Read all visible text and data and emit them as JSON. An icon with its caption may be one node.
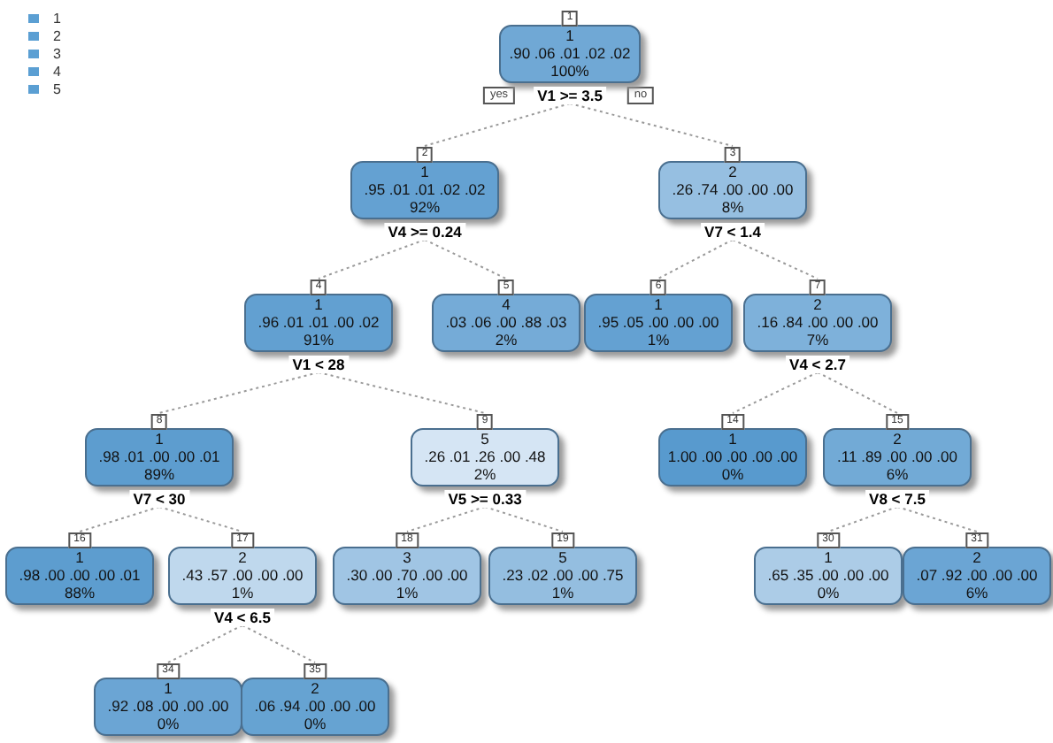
{
  "diagram": {
    "nodes": [
      {
        "text": [
          "1",
          ".90 .06 .01 .02 .02",
          "100%"
        ],
        "beside": [
          "1",
          "V1 >= 3.5"
        ]
      },
      {
        "text": [
          "1",
          ".95 .01 .01 .02 .02",
          "92%"
        ],
        "beside": [
          "2",
          "V4 >= 0.24"
        ]
      },
      {
        "text": [
          "2",
          ".26 .74 .00 .00 .00",
          "8%"
        ],
        "beside": [
          "3",
          "V7 < 1.4"
        ]
      },
      {
        "text": [
          "1",
          ".96 .01 .01 .00 .02",
          "91%"
        ],
        "beside": [
          "4",
          "V1 < 28"
        ]
      },
      {
        "text": [
          "4",
          ".03 .06 .00 .88 .03",
          "2%"
        ],
        "beside": [
          "5"
        ]
      },
      {
        "text": [
          "1",
          ".95 .05 .00 .00 .00",
          "1%"
        ],
        "beside": [
          "6"
        ]
      },
      {
        "text": [
          "2",
          ".16 .84 .00 .00 .00",
          "7%"
        ],
        "beside": [
          "7",
          "V4 < 2.7"
        ]
      },
      {
        "text": [
          "1",
          ".98 .01 .00 .00 .01",
          "89%"
        ],
        "beside": [
          "8",
          "V7 < 30"
        ]
      },
      {
        "text": [
          "5",
          ".26 .01 .26 .00 .48",
          "2%"
        ],
        "beside": [
          "9",
          "V5 >= 0.33"
        ]
      },
      {
        "text": [
          "1",
          "1.00 .00 .00 .00 .00",
          "0%"
        ],
        "beside": [
          "14"
        ]
      },
      {
        "text": [
          "2",
          ".11 .89 .00 .00 .00",
          "6%"
        ],
        "beside": [
          "15",
          "V8 < 7.5"
        ]
      },
      {
        "text": [
          "1",
          ".98 .00 .00 .00 .01",
          "88%"
        ],
        "beside": [
          "16"
        ]
      },
      {
        "text": [
          "2",
          ".43 .57 .00 .00 .00",
          "1%"
        ],
        "beside": [
          "17",
          "V4 < 6.5"
        ]
      },
      {
        "text": [
          "3",
          ".30 .00 .70 .00 .00",
          "1%"
        ],
        "beside": [
          "18"
        ]
      },
      {
        "text": [
          "5",
          ".23 .02 .00 .00 .75",
          "1%"
        ],
        "beside": [
          "19"
        ]
      },
      {
        "text": [
          "1",
          ".65 .35 .00 .00 .00",
          "0%"
        ],
        "beside": [
          "30"
        ]
      },
      {
        "text": [
          "2",
          ".07 .92 .00 .00 .00",
          "6%"
        ],
        "beside": [
          "31"
        ]
      },
      {
        "text": [
          "1",
          ".92 .08 .00 .00 .00",
          "0%"
        ],
        "beside": [
          "34"
        ]
      },
      {
        "text": [
          "2",
          ".06 .94 .00 .00 .00",
          "0%"
        ],
        "beside": [
          "35"
        ]
      }
    ],
    "edges": [
      {
        "from": 0,
        "to": 1,
        "arrow": "none",
        "label": "yes"
      },
      {
        "from": 0,
        "to": 2,
        "arrow": "none",
        "label": "no"
      },
      {
        "from": 1,
        "to": 3,
        "arrow": "none"
      },
      {
        "from": 1,
        "to": 4,
        "arrow": "none"
      },
      {
        "from": 2,
        "to": 5,
        "arrow": "none"
      },
      {
        "from": 2,
        "to": 6,
        "arrow": "none"
      },
      {
        "from": 3,
        "to": 7,
        "arrow": "none"
      },
      {
        "from": 3,
        "to": 8,
        "arrow": "none"
      },
      {
        "from": 6,
        "to": 9,
        "arrow": "none"
      },
      {
        "from": 6,
        "to": 10,
        "arrow": "none"
      },
      {
        "from": 7,
        "to": 11,
        "arrow": "none"
      },
      {
        "from": 7,
        "to": 12,
        "arrow": "none"
      },
      {
        "from": 8,
        "to": 13,
        "arrow": "none"
      },
      {
        "from": 8,
        "to": 14,
        "arrow": "none"
      },
      {
        "from": 10,
        "to": 15,
        "arrow": "none"
      },
      {
        "from": 10,
        "to": 16,
        "arrow": "none"
      },
      {
        "from": 12,
        "to": 17,
        "arrow": "none"
      },
      {
        "from": 12,
        "to": 18,
        "arrow": "none"
      }
    ],
    "legend": [
      {
        "text": "1",
        "color": "#5b9fd3"
      },
      {
        "text": "2",
        "color": "#5b9fd3"
      },
      {
        "text": "3",
        "color": "#5b9fd3"
      },
      {
        "text": "4",
        "color": "#5b9fd3"
      },
      {
        "text": "5",
        "color": "#5b9fd3"
      }
    ]
  }
}
